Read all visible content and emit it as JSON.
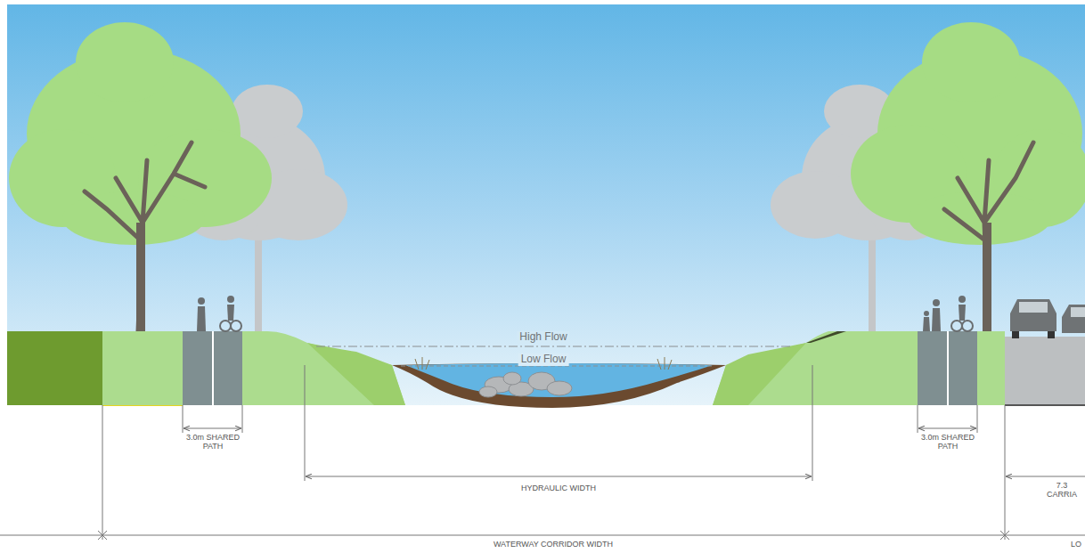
{
  "diagram": {
    "labels": [
      "High Flow",
      "Low Flow",
      "3.0m SHARED PATH",
      "3.0m SHARED PATH",
      "HYDRAULIC WIDTH",
      "WATERWAY CORRIDOR WIDTH",
      "7.3 CARRIA",
      "LO"
    ]
  }
}
